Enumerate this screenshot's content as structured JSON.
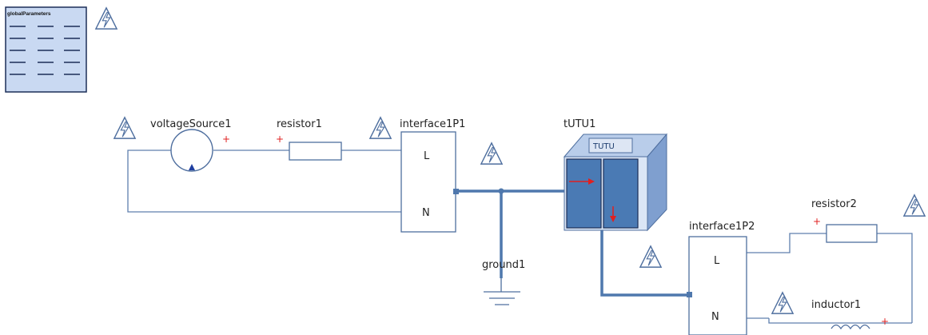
{
  "global_parameters": {
    "title": "globalParameters"
  },
  "components": {
    "voltage_source": {
      "label": "voltageSource1"
    },
    "resistor1": {
      "label": "resistor1"
    },
    "interface1": {
      "label": "interface1P1",
      "pin_l": "L",
      "pin_n": "N"
    },
    "tutu": {
      "label": "tUTU1",
      "badge": "TUTU"
    },
    "ground": {
      "label": "ground1"
    },
    "interface2": {
      "label": "interface1P2",
      "pin_l": "L",
      "pin_n": "N"
    },
    "resistor2": {
      "label": "resistor2"
    },
    "inductor": {
      "label": "inductor1"
    }
  },
  "polarity_mark": "+",
  "icons": [
    "lightning-warning-icon",
    "parameters-table-icon"
  ],
  "colors": {
    "wire": "#5f7fae",
    "tutu_face": "#4a7ab4",
    "arrow": "#e02020"
  }
}
